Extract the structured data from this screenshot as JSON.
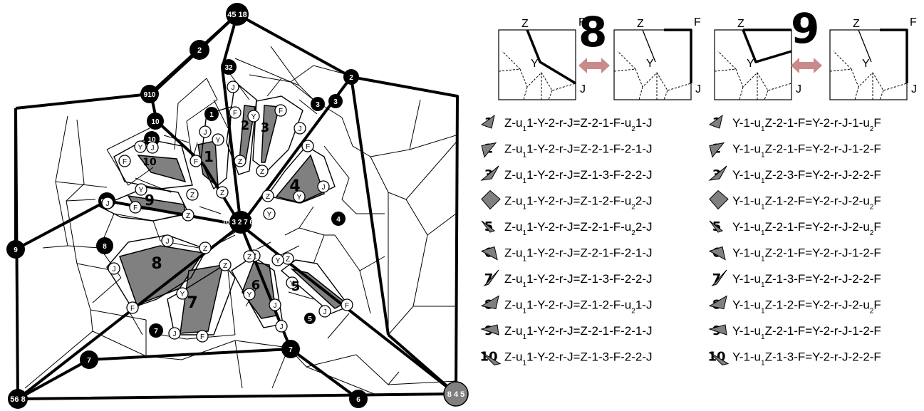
{
  "diagram": {
    "black_node_labels": [
      "45 18",
      "2",
      "32",
      "2",
      "3",
      "910",
      "10",
      "10",
      "1",
      "3",
      "910",
      "4",
      "8",
      "9",
      "7",
      "7",
      "7",
      "5",
      "6",
      "56 8"
    ],
    "center_label": "10 3 2 7 6 9",
    "corner_gray_label": "8 4 5",
    "white_node_labels": [
      "J",
      "F",
      "Y",
      "F",
      "J",
      "J",
      "Y",
      "F",
      "Z",
      "Z",
      "Z",
      "Z",
      "F",
      "J",
      "Y",
      "F",
      "Y",
      "Z",
      "J",
      "F",
      "Y",
      "J",
      "Z",
      "J",
      "Z",
      "Y",
      "Y",
      "J",
      "F",
      "Z",
      "Z",
      "Y",
      "Z",
      "Y",
      "J",
      "J",
      "F",
      "Z",
      "Y",
      "F",
      "J",
      "F",
      "J"
    ],
    "region_numbers": [
      "1",
      "2",
      "3",
      "4",
      "5",
      "6",
      "7",
      "8",
      "9",
      "10"
    ]
  },
  "panels": [
    {
      "number": "8",
      "corner_labels": [
        "Z",
        "F",
        "Y",
        "J"
      ]
    },
    {
      "number": "9",
      "corner_labels": [
        "Z",
        "F",
        "Y",
        "J"
      ]
    }
  ],
  "formulas_left": [
    {
      "n": "1",
      "pre": "Z-u",
      "sub": "1",
      "post": "1-Y-2-r-J=Z-2-1-F-u",
      "sub2": "2",
      "post2": "1-J"
    },
    {
      "n": "2",
      "pre": "Z-u",
      "sub": "1",
      "post": "1-Y-2-r-J=Z-2-1-F-2-1-J",
      "sub2": "",
      "post2": ""
    },
    {
      "n": "3",
      "pre": "Z-u",
      "sub": "1",
      "post": "1-Y-2-r-J=Z-1-3-F-2-2-J",
      "sub2": "",
      "post2": ""
    },
    {
      "n": "4",
      "pre": "Z-u",
      "sub": "1",
      "post": "1-Y-2-r-J=Z-1-2-F-u",
      "sub2": "2",
      "post2": "2-J"
    },
    {
      "n": "5",
      "pre": "Z-u",
      "sub": "1",
      "post": "1-Y-2-r-J=Z-2-1-F-u",
      "sub2": "2",
      "post2": "2-J"
    },
    {
      "n": "6",
      "pre": "Z-u",
      "sub": "1",
      "post": "1-Y-2-r-J=Z-2-1-F-2-1-J",
      "sub2": "",
      "post2": ""
    },
    {
      "n": "7",
      "pre": "Z-u",
      "sub": "1",
      "post": "1-Y-2-r-J=Z-1-3-F-2-2-J",
      "sub2": "",
      "post2": ""
    },
    {
      "n": "8",
      "pre": "Z-u",
      "sub": "1",
      "post": "1-Y-2-r-J=Z-1-2-F-u",
      "sub2": "2",
      "post2": "1-J"
    },
    {
      "n": "9",
      "pre": "Z-u",
      "sub": "1",
      "post": "1-Y-2-r-J=Z-2-1-F-2-1-J",
      "sub2": "",
      "post2": ""
    },
    {
      "n": "10",
      "pre": "Z-u",
      "sub": "1",
      "post": "1-Y-2-r-J=Z-1-3-F-2-2-J",
      "sub2": "",
      "post2": ""
    }
  ],
  "formulas_right": [
    {
      "n": "1",
      "pre": "Y-1-u",
      "sub": "1",
      "post": "Z-2-1-F=Y-2-r-J-1-u",
      "sub2": "2",
      "post2": "F"
    },
    {
      "n": "2",
      "pre": "Y-1-u",
      "sub": "1",
      "post": "Z-2-1-F=Y-2-r-J-1-2-F",
      "sub2": "",
      "post2": ""
    },
    {
      "n": "3",
      "pre": "Y-1-u",
      "sub": "1",
      "post": "Z-2-3-F=Y-2-r-J-2-2-F",
      "sub2": "",
      "post2": ""
    },
    {
      "n": "4",
      "pre": "Y-1-u",
      "sub": "1",
      "post": "Z-1-2-F=Y-2-r-J-2-u",
      "sub2": "2",
      "post2": "F"
    },
    {
      "n": "5",
      "pre": "Y-1-u",
      "sub": "1",
      "post": "Z-2-1-F=Y-2-r-J-2-u",
      "sub2": "2",
      "post2": "F"
    },
    {
      "n": "6",
      "pre": "Y-1-u",
      "sub": "1",
      "post": "Z-2-1-F=Y-2-r-J-1-2-F",
      "sub2": "",
      "post2": ""
    },
    {
      "n": "7",
      "pre": "Y-1-u",
      "sub": "1",
      "post": "Z-1-3-F=Y-2-r-J-2-2-F",
      "sub2": "",
      "post2": ""
    },
    {
      "n": "8",
      "pre": "Y-1-u",
      "sub": "1",
      "post": "Z-1-2-F=Y-2-r-J-2-u",
      "sub2": "2",
      "post2": "F"
    },
    {
      "n": "9",
      "pre": "Y-1-u",
      "sub": "1",
      "post": "Z-2-1-F=Y-2-r-J-1-2-F",
      "sub2": "",
      "post2": ""
    },
    {
      "n": "10",
      "pre": "Y-1-u",
      "sub": "1",
      "post": "Z-1-3-F=Y-2-r-J-2-2-F",
      "sub2": "",
      "post2": ""
    }
  ],
  "colors": {
    "gray": "#808080",
    "black": "#000000",
    "arrow": "#c98a8a",
    "white": "#ffffff"
  }
}
